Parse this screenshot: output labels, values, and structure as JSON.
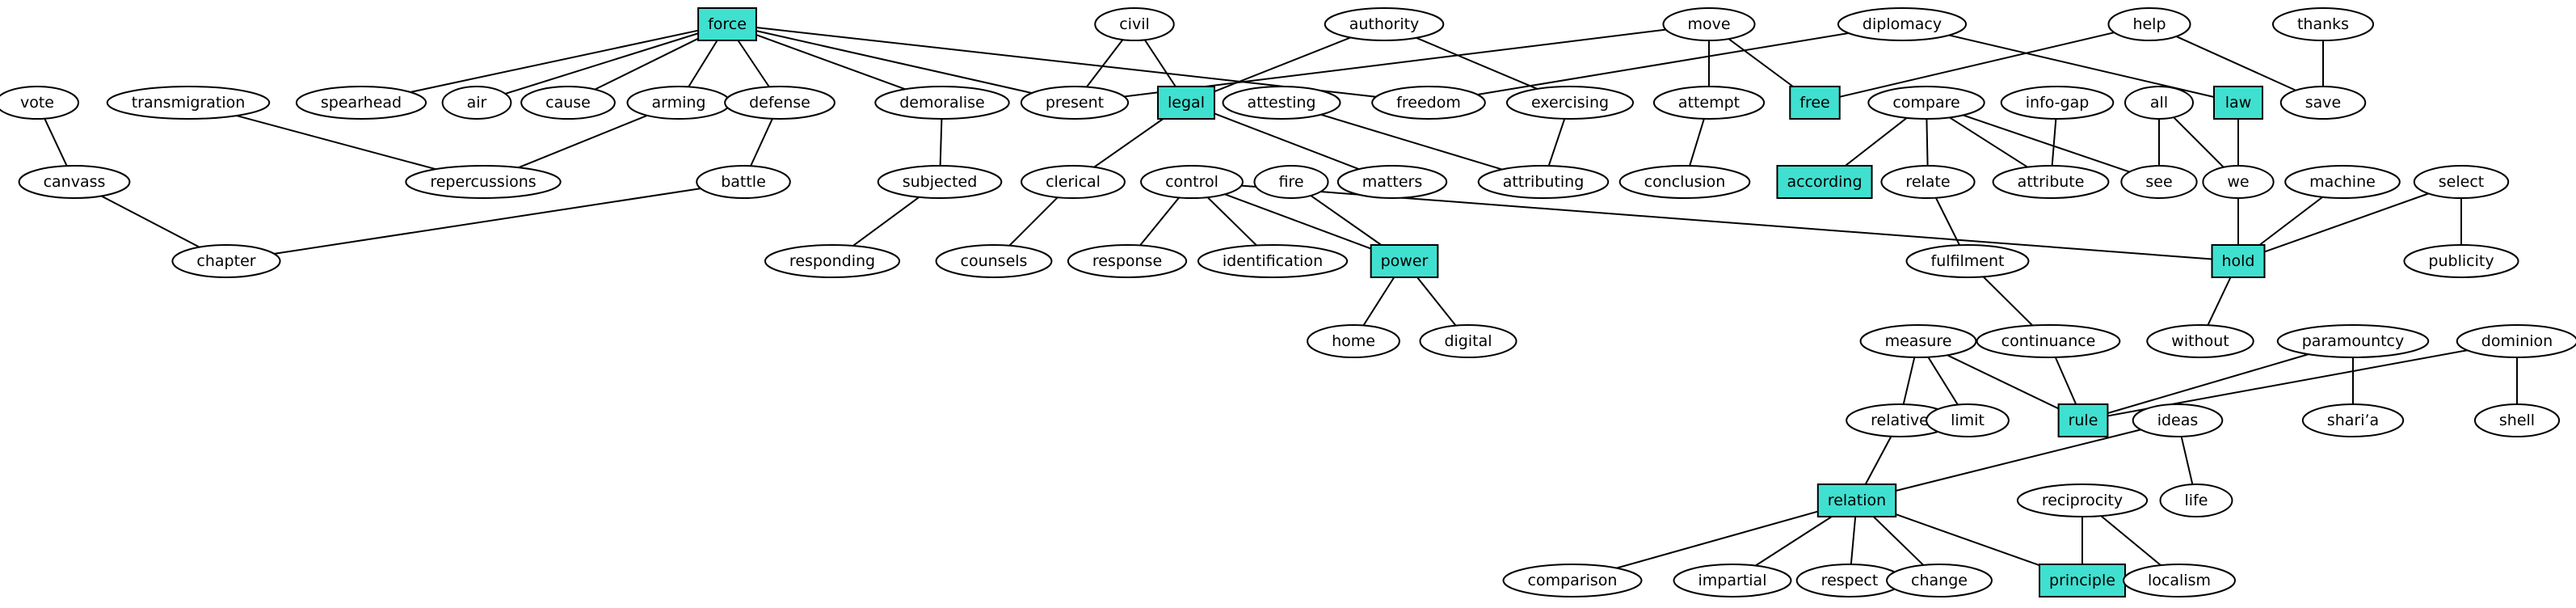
{
  "diagram": {
    "highlight_color": "#40e0d0",
    "nodes": [
      {
        "id": "force",
        "label": "force",
        "highlight": true
      },
      {
        "id": "spearhead",
        "label": "spearhead"
      },
      {
        "id": "air",
        "label": "air"
      },
      {
        "id": "cause",
        "label": "cause"
      },
      {
        "id": "arming",
        "label": "arming"
      },
      {
        "id": "defense",
        "label": "defense"
      },
      {
        "id": "demoralise",
        "label": "demoralise"
      },
      {
        "id": "present",
        "label": "present"
      },
      {
        "id": "freedom",
        "label": "freedom"
      },
      {
        "id": "vote",
        "label": "vote"
      },
      {
        "id": "transmigration",
        "label": "transmigration"
      },
      {
        "id": "canvass",
        "label": "canvass"
      },
      {
        "id": "repercussions",
        "label": "repercussions"
      },
      {
        "id": "battle",
        "label": "battle"
      },
      {
        "id": "chapter",
        "label": "chapter"
      },
      {
        "id": "subjected",
        "label": "subjected"
      },
      {
        "id": "responding",
        "label": "responding"
      },
      {
        "id": "civil",
        "label": "civil"
      },
      {
        "id": "legal",
        "label": "legal",
        "highlight": true
      },
      {
        "id": "authority",
        "label": "authority"
      },
      {
        "id": "clerical",
        "label": "clerical"
      },
      {
        "id": "matters",
        "label": "matters"
      },
      {
        "id": "counsels",
        "label": "counsels"
      },
      {
        "id": "exercising",
        "label": "exercising"
      },
      {
        "id": "attesting",
        "label": "attesting"
      },
      {
        "id": "attributing",
        "label": "attributing"
      },
      {
        "id": "move",
        "label": "move"
      },
      {
        "id": "attempt",
        "label": "attempt"
      },
      {
        "id": "conclusion",
        "label": "conclusion"
      },
      {
        "id": "free",
        "label": "free",
        "highlight": true
      },
      {
        "id": "diplomacy",
        "label": "diplomacy"
      },
      {
        "id": "law",
        "label": "law",
        "highlight": true
      },
      {
        "id": "help",
        "label": "help"
      },
      {
        "id": "save",
        "label": "save"
      },
      {
        "id": "thanks",
        "label": "thanks"
      },
      {
        "id": "control",
        "label": "control"
      },
      {
        "id": "response",
        "label": "response"
      },
      {
        "id": "identification",
        "label": "identification"
      },
      {
        "id": "power",
        "label": "power",
        "highlight": true
      },
      {
        "id": "fire",
        "label": "fire"
      },
      {
        "id": "home",
        "label": "home"
      },
      {
        "id": "digital",
        "label": "digital"
      },
      {
        "id": "hold",
        "label": "hold",
        "highlight": true
      },
      {
        "id": "compare",
        "label": "compare"
      },
      {
        "id": "according",
        "label": "according",
        "highlight": true
      },
      {
        "id": "relate",
        "label": "relate"
      },
      {
        "id": "attribute",
        "label": "attribute"
      },
      {
        "id": "see",
        "label": "see"
      },
      {
        "id": "info-gap",
        "label": "info-gap"
      },
      {
        "id": "all",
        "label": "all"
      },
      {
        "id": "we",
        "label": "we"
      },
      {
        "id": "machine",
        "label": "machine"
      },
      {
        "id": "select",
        "label": "select"
      },
      {
        "id": "publicity",
        "label": "publicity"
      },
      {
        "id": "fulfilment",
        "label": "fulfilment"
      },
      {
        "id": "continuance",
        "label": "continuance"
      },
      {
        "id": "without",
        "label": "without"
      },
      {
        "id": "rule",
        "label": "rule",
        "highlight": true
      },
      {
        "id": "measure",
        "label": "measure"
      },
      {
        "id": "relative",
        "label": "relative"
      },
      {
        "id": "limit",
        "label": "limit"
      },
      {
        "id": "paramountcy",
        "label": "paramountcy"
      },
      {
        "id": "shari-a",
        "label": "shari’a"
      },
      {
        "id": "dominion",
        "label": "dominion"
      },
      {
        "id": "shell",
        "label": "shell"
      },
      {
        "id": "relation",
        "label": "relation",
        "highlight": true
      },
      {
        "id": "ideas",
        "label": "ideas"
      },
      {
        "id": "life",
        "label": "life"
      },
      {
        "id": "reciprocity",
        "label": "reciprocity"
      },
      {
        "id": "principle",
        "label": "principle",
        "highlight": true
      },
      {
        "id": "localism",
        "label": "localism"
      },
      {
        "id": "comparison",
        "label": "comparison"
      },
      {
        "id": "impartial",
        "label": "impartial"
      },
      {
        "id": "respect",
        "label": "respect"
      },
      {
        "id": "change",
        "label": "change"
      }
    ],
    "edges": [
      [
        "force",
        "spearhead"
      ],
      [
        "force",
        "air"
      ],
      [
        "force",
        "cause"
      ],
      [
        "force",
        "arming"
      ],
      [
        "force",
        "defense"
      ],
      [
        "force",
        "demoralise"
      ],
      [
        "force",
        "present"
      ],
      [
        "force",
        "freedom"
      ],
      [
        "vote",
        "canvass"
      ],
      [
        "canvass",
        "chapter"
      ],
      [
        "transmigration",
        "repercussions"
      ],
      [
        "arming",
        "repercussions"
      ],
      [
        "defense",
        "battle"
      ],
      [
        "battle",
        "chapter"
      ],
      [
        "demoralise",
        "subjected"
      ],
      [
        "subjected",
        "responding"
      ],
      [
        "civil",
        "present"
      ],
      [
        "civil",
        "legal"
      ],
      [
        "authority",
        "legal"
      ],
      [
        "authority",
        "exercising"
      ],
      [
        "legal",
        "clerical"
      ],
      [
        "legal",
        "matters"
      ],
      [
        "clerical",
        "counsels"
      ],
      [
        "attesting",
        "attributing"
      ],
      [
        "exercising",
        "attributing"
      ],
      [
        "move",
        "present"
      ],
      [
        "move",
        "attempt"
      ],
      [
        "move",
        "free"
      ],
      [
        "attempt",
        "conclusion"
      ],
      [
        "diplomacy",
        "freedom"
      ],
      [
        "diplomacy",
        "law"
      ],
      [
        "help",
        "free"
      ],
      [
        "help",
        "save"
      ],
      [
        "thanks",
        "save"
      ],
      [
        "control",
        "response"
      ],
      [
        "control",
        "identification"
      ],
      [
        "control",
        "power"
      ],
      [
        "control",
        "hold"
      ],
      [
        "fire",
        "power"
      ],
      [
        "power",
        "home"
      ],
      [
        "power",
        "digital"
      ],
      [
        "compare",
        "according"
      ],
      [
        "compare",
        "relate"
      ],
      [
        "compare",
        "attribute"
      ],
      [
        "compare",
        "see"
      ],
      [
        "info-gap",
        "attribute"
      ],
      [
        "all",
        "see"
      ],
      [
        "all",
        "we"
      ],
      [
        "law",
        "we"
      ],
      [
        "we",
        "hold"
      ],
      [
        "machine",
        "hold"
      ],
      [
        "select",
        "hold"
      ],
      [
        "select",
        "publicity"
      ],
      [
        "relate",
        "fulfilment"
      ],
      [
        "fulfilment",
        "continuance"
      ],
      [
        "continuance",
        "rule"
      ],
      [
        "hold",
        "without"
      ],
      [
        "measure",
        "rule"
      ],
      [
        "measure",
        "relative"
      ],
      [
        "measure",
        "limit"
      ],
      [
        "paramountcy",
        "rule"
      ],
      [
        "paramountcy",
        "shari-a"
      ],
      [
        "dominion",
        "rule"
      ],
      [
        "dominion",
        "shell"
      ],
      [
        "relative",
        "relation"
      ],
      [
        "ideas",
        "relation"
      ],
      [
        "ideas",
        "life"
      ],
      [
        "reciprocity",
        "principle"
      ],
      [
        "reciprocity",
        "localism"
      ],
      [
        "relation",
        "comparison"
      ],
      [
        "relation",
        "impartial"
      ],
      [
        "relation",
        "respect"
      ],
      [
        "relation",
        "change"
      ],
      [
        "relation",
        "principle"
      ]
    ]
  }
}
